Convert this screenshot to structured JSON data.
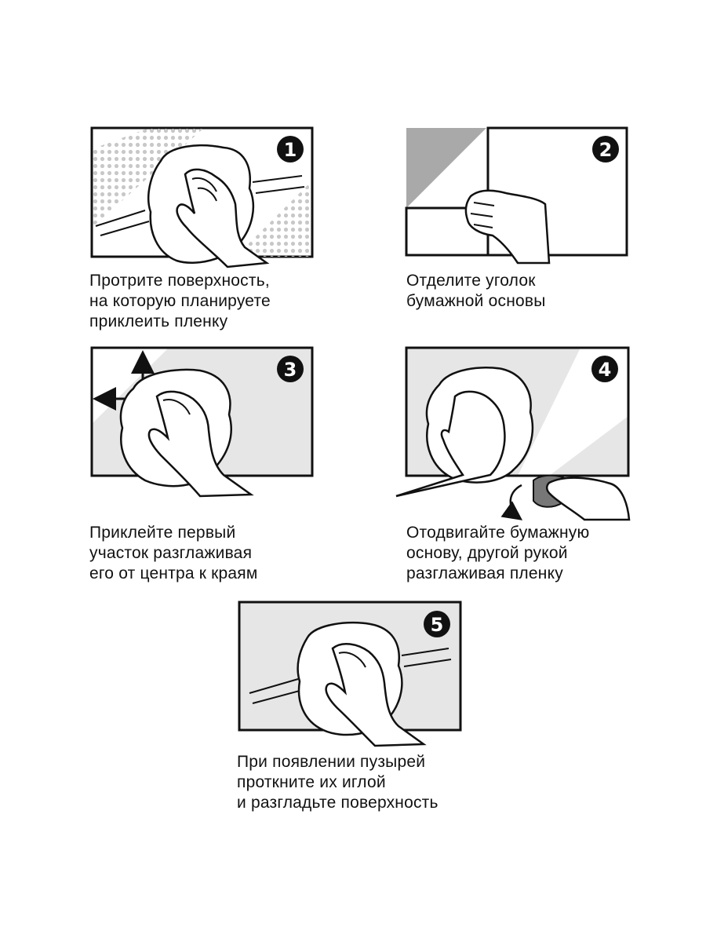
{
  "colors": {
    "ink": "#111111",
    "film_gray": "#e6e6e6",
    "paper_gray": "#a9a9a9",
    "backing_dark": "#777777",
    "dots": "#c8c8c8"
  },
  "steps": [
    {
      "number": "1",
      "icon": "cloth-wiping-hand-icon",
      "caption": [
        "Протрите поверхность,",
        "на которую планируете",
        "приклеить пленку"
      ]
    },
    {
      "number": "2",
      "icon": "peel-corner-hand-icon",
      "caption": [
        "Отделите уголок",
        "бумажной основы"
      ]
    },
    {
      "number": "3",
      "icon": "smoothing-arrows-hand-icon",
      "caption": [
        "Приклейте первый",
        "участок разглаживая",
        "его от центра к краям"
      ]
    },
    {
      "number": "4",
      "icon": "backing-removal-hand-icon",
      "caption": [
        "Отодвигайте бумажную",
        "основу, другой рукой",
        "разглаживая пленку"
      ]
    },
    {
      "number": "5",
      "icon": "bubble-smoothing-hand-icon",
      "caption": [
        "При появлении пузырей",
        "проткните их иглой",
        "и разгладьте поверхность"
      ]
    }
  ]
}
